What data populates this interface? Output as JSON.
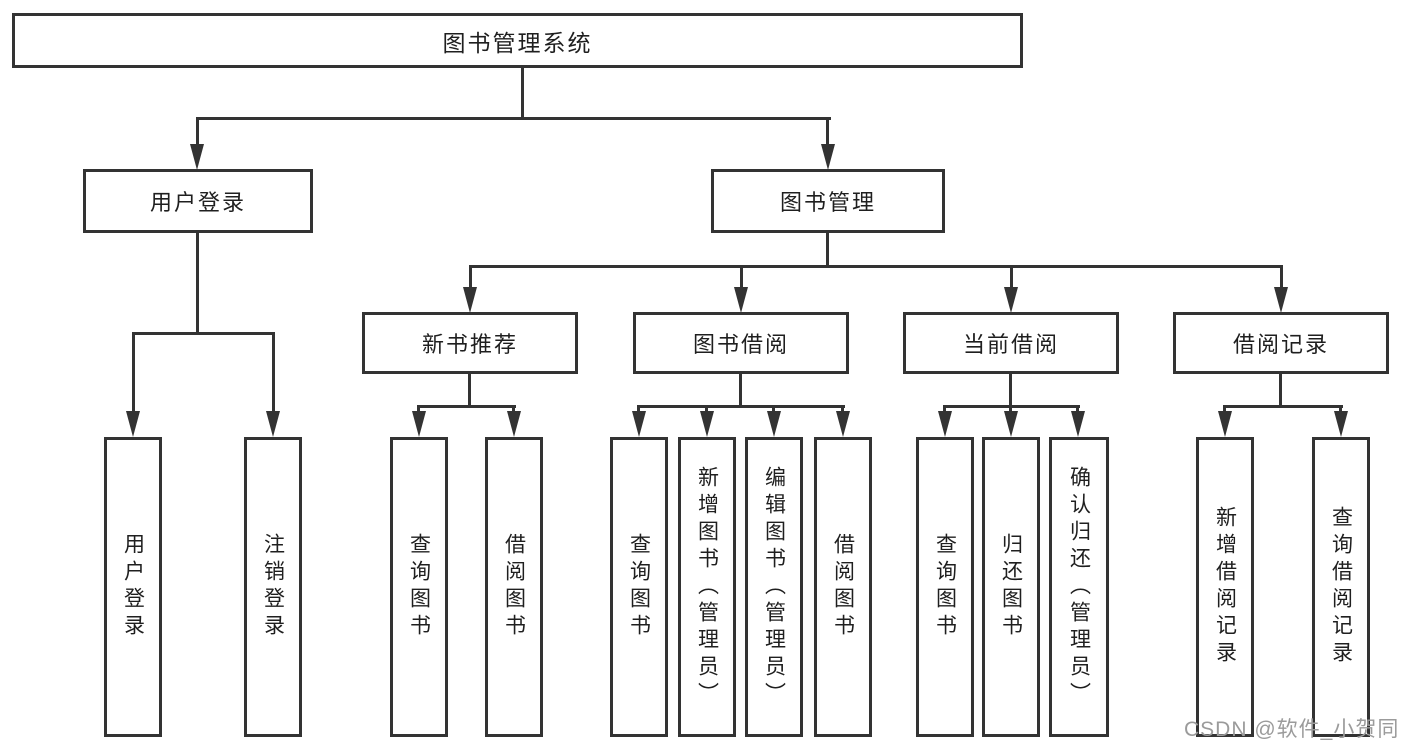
{
  "tree": {
    "label": "图书管理系统",
    "children": [
      {
        "label": "用户登录",
        "children": [
          {
            "label": "用户登录"
          },
          {
            "label": "注销登录"
          }
        ]
      },
      {
        "label": "图书管理",
        "children": [
          {
            "label": "新书推荐",
            "children": [
              {
                "label": "查询图书"
              },
              {
                "label": "借阅图书"
              }
            ]
          },
          {
            "label": "图书借阅",
            "children": [
              {
                "label": "查询图书"
              },
              {
                "label": "新增图书（管理员）"
              },
              {
                "label": "编辑图书（管理员）"
              },
              {
                "label": "借阅图书"
              }
            ]
          },
          {
            "label": "当前借阅",
            "children": [
              {
                "label": "查询图书"
              },
              {
                "label": "归还图书"
              },
              {
                "label": "确认归还（管理员）"
              }
            ]
          },
          {
            "label": "借阅记录",
            "children": [
              {
                "label": "新增借阅记录"
              },
              {
                "label": "查询借阅记录"
              }
            ]
          }
        ]
      }
    ]
  },
  "watermark": {
    "text": "CSDN @软件_小贺同学"
  },
  "colors": {
    "line": "#333333",
    "text": "#1f1f1f",
    "watermark_gray": "#9b9b9b",
    "background": "#ffffff"
  }
}
